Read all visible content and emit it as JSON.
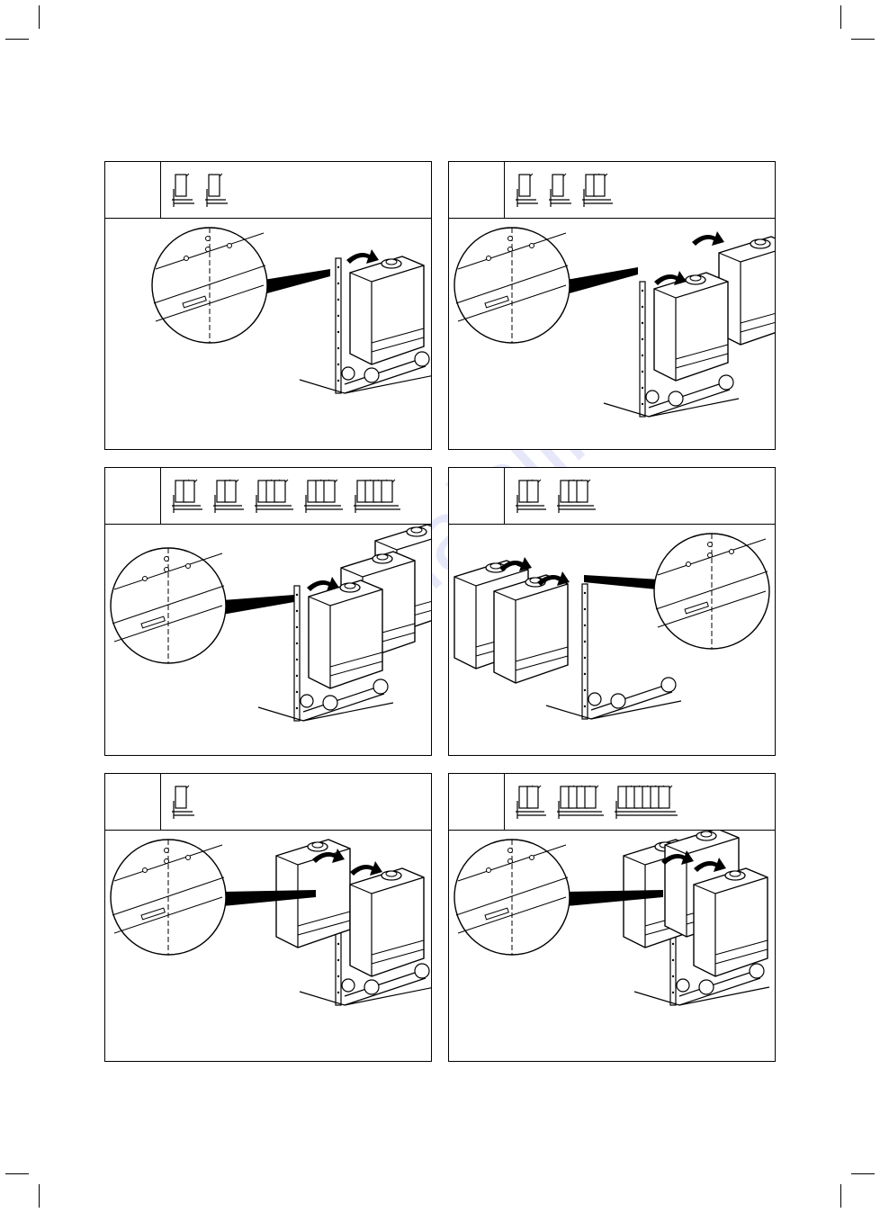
{
  "page": {
    "watermark": "manualslib"
  },
  "panels": [
    {
      "id": "panel-1",
      "icon_units": [
        1,
        1
      ],
      "boiler_count": 1
    },
    {
      "id": "panel-2",
      "icon_units": [
        1,
        1,
        2
      ],
      "boiler_count": 2
    },
    {
      "id": "panel-3",
      "icon_units": [
        2,
        2,
        3,
        3,
        4
      ],
      "boiler_count": 3
    },
    {
      "id": "panel-4",
      "icon_units": [
        2,
        3
      ],
      "boiler_count": 2
    },
    {
      "id": "panel-5",
      "icon_units": [
        1
      ],
      "boiler_count": 2
    },
    {
      "id": "panel-6",
      "icon_units": [
        2,
        4,
        6
      ],
      "boiler_count": 3
    }
  ],
  "icons": {
    "unit": "boiler-unit-icon",
    "detail": "detail-magnifier-icon",
    "arrow": "mounting-arrow-icon"
  }
}
